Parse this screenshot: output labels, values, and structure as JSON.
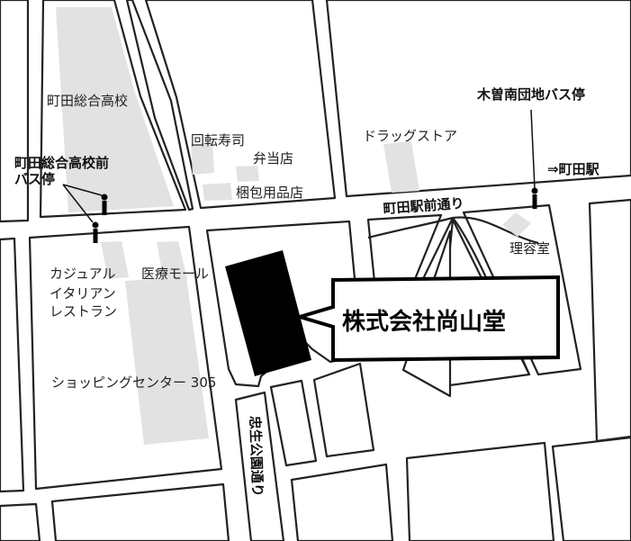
{
  "map": {
    "colors": {
      "background": "#ffffff",
      "block": "#ffffff",
      "block_outline": "#222222",
      "building": "#e2e2e2",
      "target_building": "#000000",
      "text": "#222222"
    },
    "target": {
      "name": "株式会社尚山堂"
    },
    "landmarks": {
      "school": "町田総合高校",
      "sushi": "回転寿司",
      "bento": "弁当店",
      "packaging": "梱包用品店",
      "drugstore": "ドラッグストア",
      "barber": "理容室",
      "restaurant_1": "カジュアル",
      "restaurant_2": "イタリアン",
      "restaurant_3": "レストラン",
      "clinic_mall": "医療モール",
      "shopping_center": "ショッピングセンター 305"
    },
    "bus_stops": {
      "school_stop_1": "町田総合高校前",
      "school_stop_2": "バス停",
      "kiso_stop": "木曽南団地バス停"
    },
    "roads": {
      "station_road": "町田駅前通り",
      "park_road": "忠生公園通り"
    },
    "directions": {
      "to_station": "⇒町田駅"
    }
  }
}
